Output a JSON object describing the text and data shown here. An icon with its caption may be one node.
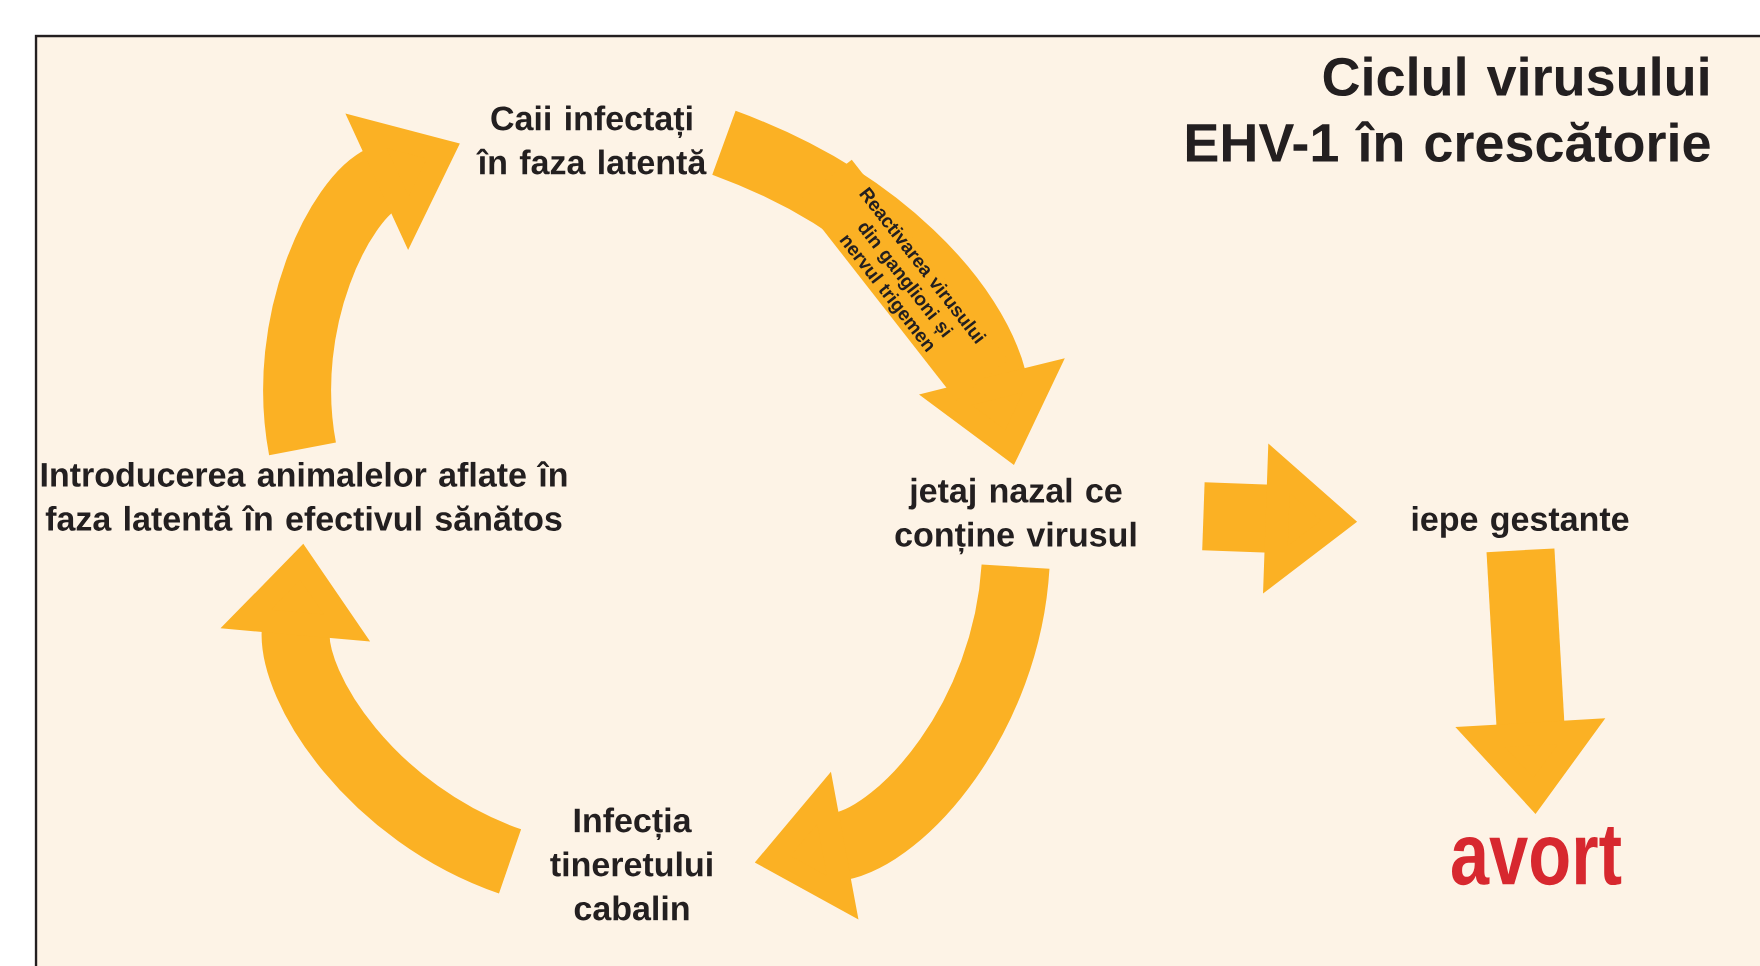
{
  "diagram": {
    "title": "Ciclul virusului EHV-1 în crescătorie",
    "nodes": [
      {
        "text": [
          "Caii infectați în faza latentă"
        ]
      },
      {
        "text": [
          "jetaj nazal ce conține virusul"
        ]
      },
      {
        "text": [
          "Infecția tineretului cabalin"
        ]
      },
      {
        "text": [
          "Introducerea animalelor aflate în faza latentă în efectivul sănătos"
        ]
      },
      {
        "text": [
          "iepe gestante"
        ]
      },
      {
        "text": [
          "avort"
        ]
      }
    ],
    "edges": [
      {
        "from": 0,
        "to": 1,
        "arrow": "to",
        "label": "Reactivarea virusului din ganglioni și nervul trigemen"
      },
      {
        "from": 1,
        "to": 2,
        "arrow": "to"
      },
      {
        "from": 2,
        "to": 3,
        "arrow": "to"
      },
      {
        "from": 3,
        "to": 0,
        "arrow": "to"
      },
      {
        "from": 1,
        "to": 4,
        "arrow": "to"
      },
      {
        "from": 4,
        "to": 5,
        "arrow": "to"
      }
    ]
  }
}
